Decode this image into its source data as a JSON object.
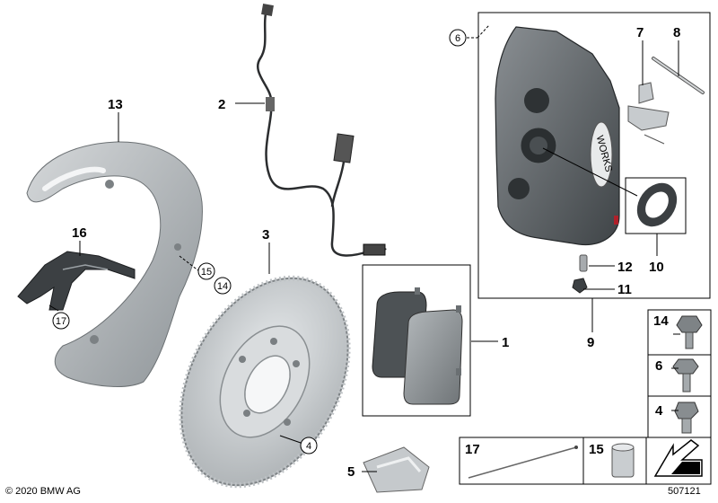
{
  "footer": {
    "copyright": "© 2020 BMW AG",
    "diagram_number": "507121"
  },
  "callouts": {
    "c1": "1",
    "c2": "2",
    "c3": "3",
    "c4": "4",
    "c5": "5",
    "c6": "6",
    "c7": "7",
    "c8": "8",
    "c9": "9",
    "c10": "10",
    "c11": "11",
    "c12": "12",
    "c13": "13",
    "c14": "14",
    "c15": "15",
    "c16": "16",
    "c17": "17"
  },
  "circled": {
    "c6": "6",
    "c4": "4",
    "c15": "15",
    "c14": "14",
    "c17": "17"
  },
  "caliper_text": "WORKS",
  "colors": {
    "line": "#000000",
    "part_gray": "#9aa0a4",
    "dark_gray": "#5e6366",
    "light_gray": "#cfd3d6"
  }
}
